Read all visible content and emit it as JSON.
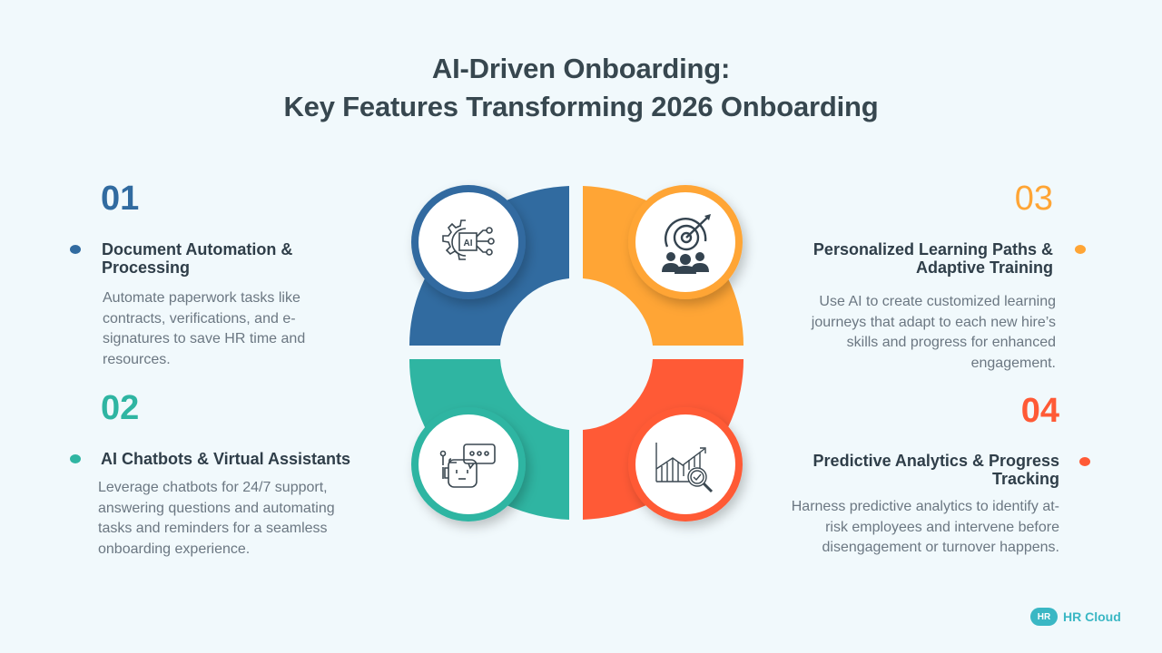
{
  "title": {
    "line1": "AI-Driven Onboarding:",
    "line2": "Key Features Transforming 2026 Onboarding"
  },
  "colors": {
    "blue": "#316ba0",
    "orange": "#ffa535",
    "teal": "#2fb5a2",
    "red": "#ff5a36",
    "text_dark": "#2f3e49",
    "text_body": "#6b7782",
    "background": "#f1f9fc"
  },
  "features": [
    {
      "number": "01",
      "heading_line1": "Document Automation &",
      "heading_line2": "Processing",
      "description_lines": [
        "Automate paperwork tasks like",
        "contracts, verifications, and e-",
        "signatures to save HR time and",
        "resources."
      ],
      "icon": "ai-gear-chip-icon",
      "color": "#316ba0"
    },
    {
      "number": "02",
      "heading_line1": "AI Chatbots & Virtual Assistants",
      "heading_line2": "",
      "description_lines": [
        "Leverage chatbots for 24/7 support,",
        "answering questions and automating",
        "tasks and reminders for a seamless",
        "onboarding experience."
      ],
      "icon": "chatbot-robot-icon",
      "color": "#2fb5a2"
    },
    {
      "number": "03",
      "heading_line1": "Personalized Learning Paths &",
      "heading_line2": "Adaptive Training",
      "description_lines": [
        "Use AI to create customized learning",
        "journeys that adapt to each new hire’s",
        "skills and progress for enhanced",
        "engagement."
      ],
      "icon": "target-team-icon",
      "color": "#ffa535"
    },
    {
      "number": "04",
      "heading_line1": "Predictive Analytics & Progress",
      "heading_line2": "Tracking",
      "description_lines": [
        "Harness predictive analytics to identify at-",
        "risk employees and intervene before",
        "disengagement or turnover happens."
      ],
      "icon": "analytics-magnifier-icon",
      "color": "#ff5a36"
    }
  ],
  "logo": {
    "badge": "HR",
    "text": "HR Cloud"
  }
}
